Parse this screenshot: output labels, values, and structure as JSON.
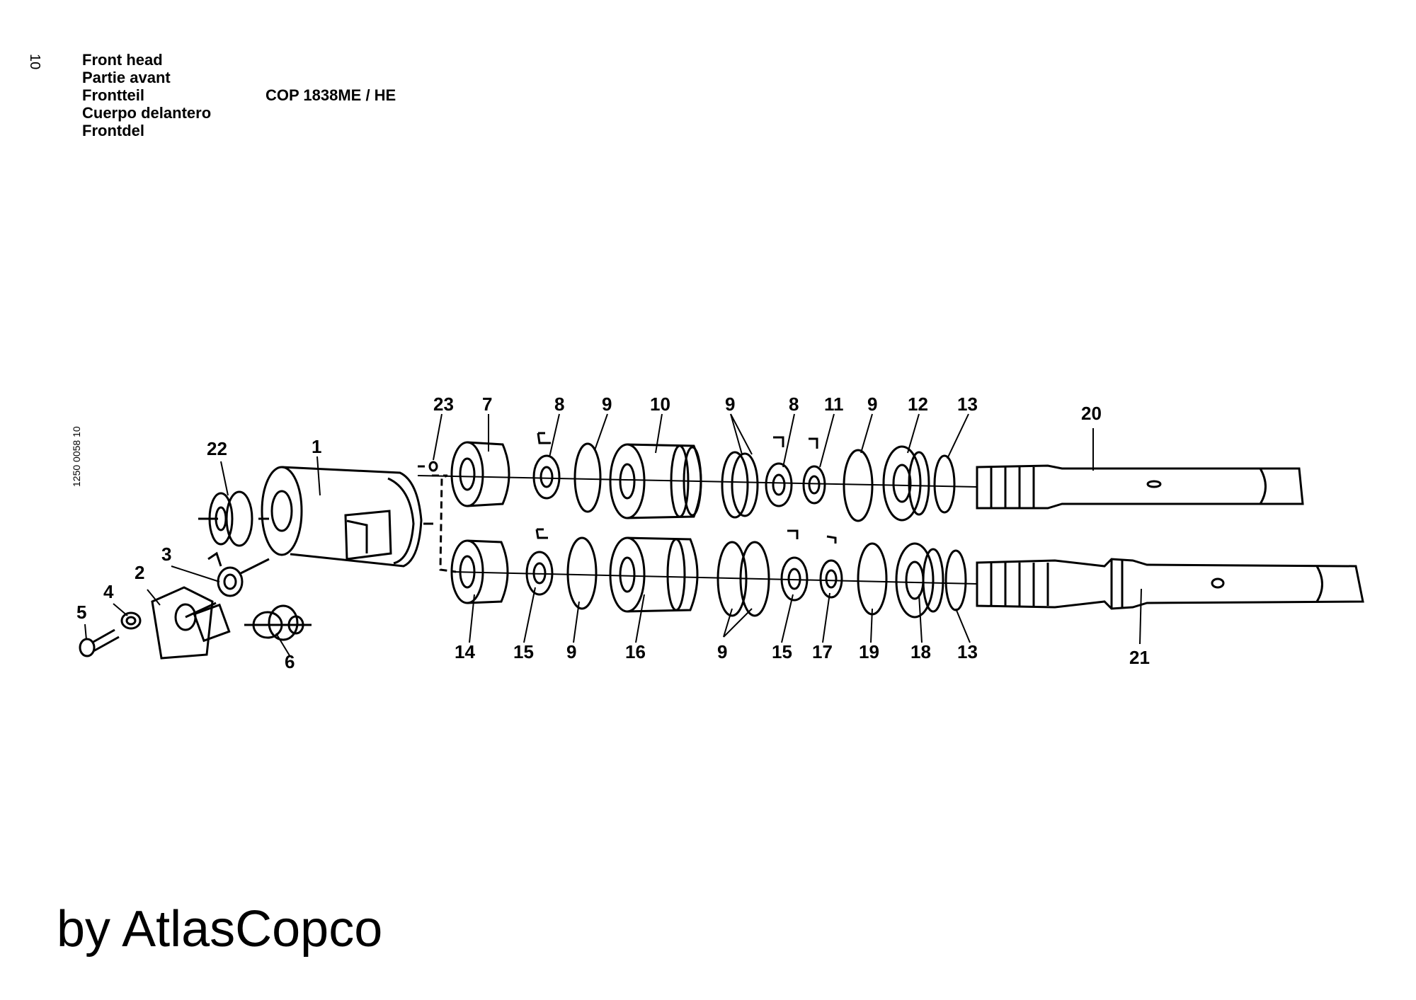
{
  "header": {
    "page_number": "10",
    "titles": [
      "Front head",
      "Partie avant",
      "Frontteil",
      "Cuerpo delantero",
      "Frontdel"
    ],
    "model": "COP 1838ME / HE"
  },
  "drawing_number": "1250 0058 10",
  "footer": {
    "brand": "by AtlasCopco"
  },
  "part_labels": {
    "p1": "1",
    "p2": "2",
    "p3": "3",
    "p4": "4",
    "p5": "5",
    "p6": "6",
    "p7": "7",
    "p8a": "8",
    "p9a": "9",
    "p10": "10",
    "p9b": "9",
    "p8b": "8",
    "p11": "11",
    "p9c": "9",
    "p12": "12",
    "p13a": "13",
    "p20": "20",
    "p22": "22",
    "p23": "23",
    "p14": "14",
    "p15a": "15",
    "p9d": "9",
    "p16": "16",
    "p9e": "9",
    "p15b": "15",
    "p17": "17",
    "p19": "19",
    "p18": "18",
    "p13b": "13",
    "p21": "21"
  }
}
